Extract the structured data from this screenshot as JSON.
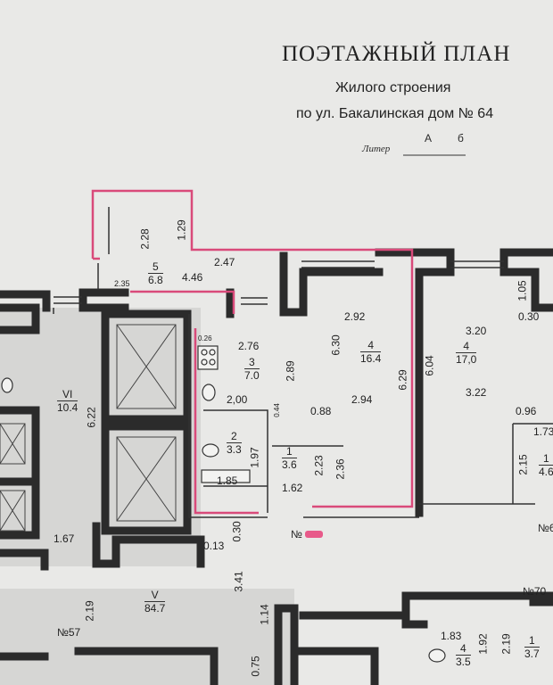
{
  "title": {
    "line1": "ПОЭТАЖНЫЙ ПЛАН",
    "line2": "Жилого строения",
    "line3": "по ул. Бакалинская дом № 64",
    "liter_label": "Литер",
    "liter_a": "А",
    "liter_b": "б"
  },
  "rooms": {
    "r5": {
      "num": "5",
      "area": "6.8"
    },
    "r4a": {
      "num": "4",
      "area": "16.4"
    },
    "r3": {
      "num": "3",
      "area": "7.0"
    },
    "r2": {
      "num": "2",
      "area": "3.3"
    },
    "r1": {
      "num": "1",
      "area": "3.6"
    },
    "r4b": {
      "num": "4",
      "area": "17,0"
    },
    "rVI": {
      "num": "VI",
      "area": "10.4"
    },
    "rV": {
      "num": "V",
      "area": "84.7"
    },
    "r1b": {
      "num": "1",
      "area": "4.6"
    },
    "r4c": {
      "num": "4",
      "area": "3.5"
    },
    "r1c": {
      "num": "1",
      "area": "3.7"
    }
  },
  "dims": {
    "d228": "2.28",
    "d129": "1.29",
    "d247": "2.47",
    "d446": "4.46",
    "d135": "2.35",
    "d292": "2.92",
    "d276": "2.76",
    "d630": "6.30",
    "d629": "6.29",
    "d289": "2.89",
    "d294": "2.94",
    "d088": "0.88",
    "d200": "2,00",
    "d044": "0.44",
    "d223": "2.23",
    "d236": "2.36",
    "d197": "1.97",
    "d185": "1.85",
    "d162": "1.62",
    "d026": "0.26",
    "d320": "3.20",
    "d322": "3.22",
    "d105": "1.05",
    "d030a": "0.30",
    "d604": "6.04",
    "d096": "0.96",
    "d173": "1.73",
    "d215": "2.15",
    "d622": "6.22",
    "d167": "1.67",
    "d013": "0.13",
    "d030b": "0.30",
    "d341": "3.41",
    "d219a": "2.19",
    "d114": "1.14",
    "d075": "0.75",
    "d183": "1.83",
    "d192": "1.92",
    "d219b": "2.19"
  },
  "apartments": {
    "no_main": "№",
    "no57": "№57",
    "no70": "№70",
    "no_right": "№6"
  },
  "colors": {
    "paper": "#e9e9e7",
    "wall": "#2b2b2b",
    "highlight": "#d94a7a"
  }
}
